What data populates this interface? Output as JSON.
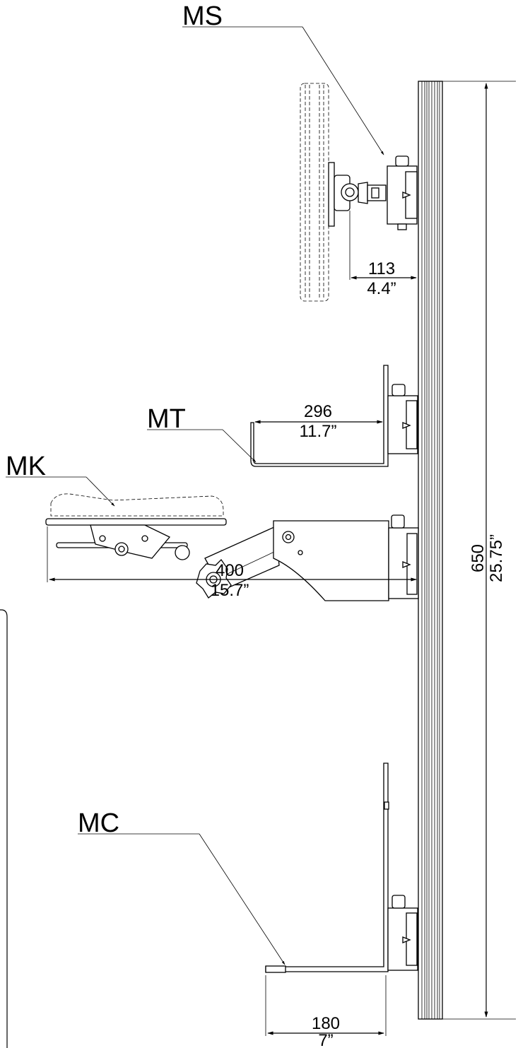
{
  "labels": {
    "ms": "MS",
    "mt": "MT",
    "mk": "MK",
    "mc": "MC"
  },
  "dimensions": {
    "ms_depth_mm": "113",
    "ms_depth_in": "4.4”",
    "mt_depth_mm": "296",
    "mt_depth_in": "11.7”",
    "mk_depth_mm": "400",
    "mk_depth_in": "15.7”",
    "mc_depth_mm": "180",
    "mc_depth_in": "7”",
    "rail_height_mm": "650",
    "rail_height_in": "25.75”"
  }
}
